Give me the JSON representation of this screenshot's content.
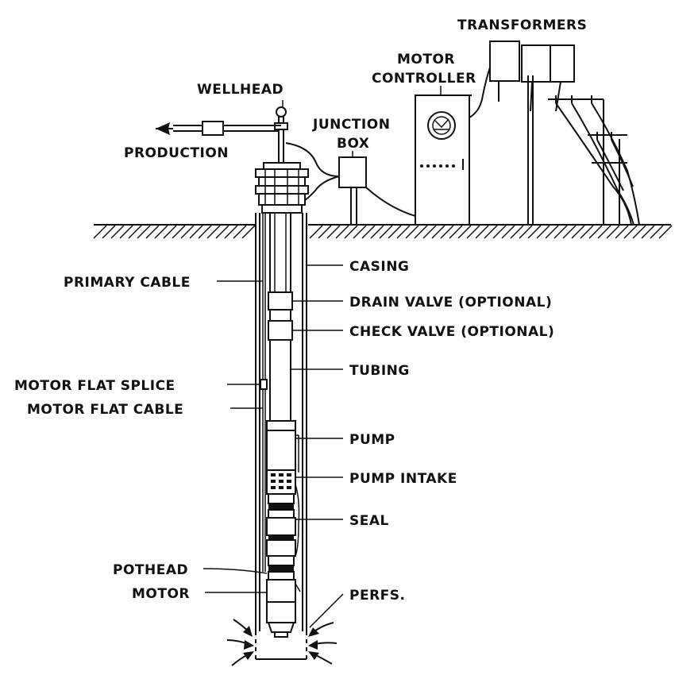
{
  "labels": {
    "transformers": "TRANSFORMERS",
    "motor_controller_1": "MOTOR",
    "motor_controller_2": "CONTROLLER",
    "wellhead": "WELLHEAD",
    "junction_box_1": "JUNCTION",
    "junction_box_2": "BOX",
    "production": "PRODUCTION",
    "casing": "CASING",
    "primary_cable": "PRIMARY CABLE",
    "drain_valve": "DRAIN VALVE (OPTIONAL)",
    "check_valve": "CHECK VALVE (OPTIONAL)",
    "tubing": "TUBING",
    "motor_flat_splice": "MOTOR FLAT SPLICE",
    "motor_flat_cable": "MOTOR FLAT CABLE",
    "pump": "PUMP",
    "pump_intake": "PUMP INTAKE",
    "seal": "SEAL",
    "pothead": "POTHEAD",
    "motor": "MOTOR",
    "perfs": "PERFS."
  }
}
